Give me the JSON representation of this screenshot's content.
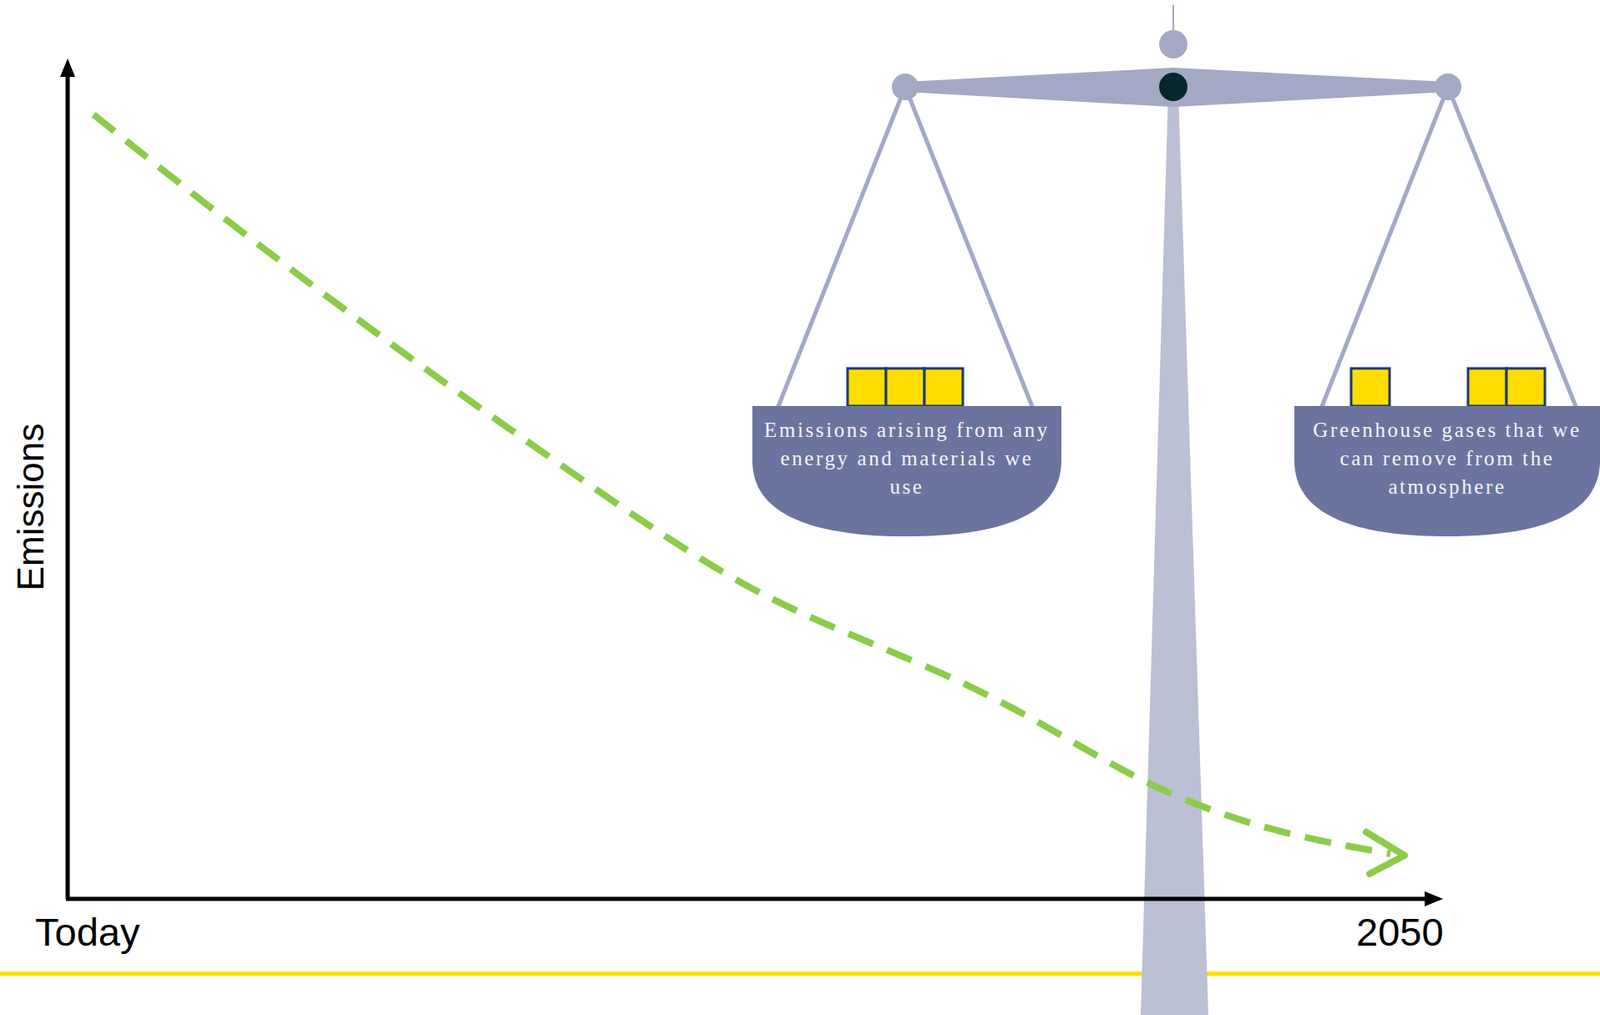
{
  "diagram": {
    "nodes": [
      {
        "text": [
          "Emissions arising from any energy and materials we use"
        ]
      },
      {
        "text": [
          "Greenhouse gases that we can remove from the atmosphere"
        ]
      }
    ],
    "labels": [
      "Emissions",
      "Today",
      "2050"
    ]
  }
}
